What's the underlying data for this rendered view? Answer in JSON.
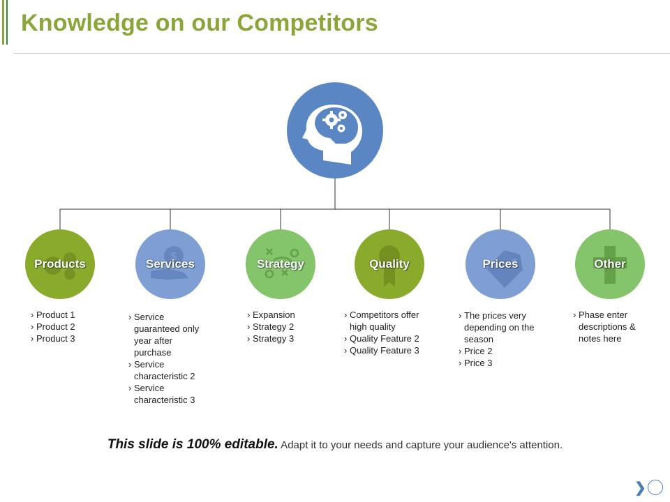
{
  "slide": {
    "title": "Knowledge on our Competitors"
  },
  "hub": {
    "icon": "head-gears-icon",
    "color": "#5b86c4"
  },
  "nodes": [
    {
      "label": "Products",
      "color": "#8aaa2c",
      "icon": "gears-icon",
      "items": [
        "Product 1",
        "Product 2",
        "Product 3"
      ]
    },
    {
      "label": "Services",
      "color": "#7f9fd4",
      "icon": "money-hand-icon",
      "items": [
        "Service guaranteed only year after purchase",
        "Service characteristic 2",
        "Service characteristic 3"
      ]
    },
    {
      "label": "Strategy",
      "color": "#84c46a",
      "icon": "strategy-play-icon",
      "items": [
        "Expansion",
        "Strategy 2",
        "Strategy 3"
      ]
    },
    {
      "label": "Quality",
      "color": "#8aaa2c",
      "icon": "award-ribbon-icon",
      "items": [
        "Competitors offer high quality",
        "Quality Feature 2",
        "Quality Feature 3"
      ]
    },
    {
      "label": "Prices",
      "color": "#7f9fd4",
      "icon": "price-tag-icon",
      "items": [
        "The prices very depending on the season",
        "Price 2",
        "Price 3"
      ]
    },
    {
      "label": "Other",
      "color": "#84c46a",
      "icon": "plus-icon",
      "items": [
        "Phase enter descriptions & notes here"
      ]
    }
  ],
  "footer": {
    "bold": "This slide is 100% editable.",
    "rest": " Adapt it to your needs and capture your audience's attention."
  },
  "nav": {
    "next_icon": "chevron-right-icon",
    "circle_icon": "circle-icon"
  }
}
